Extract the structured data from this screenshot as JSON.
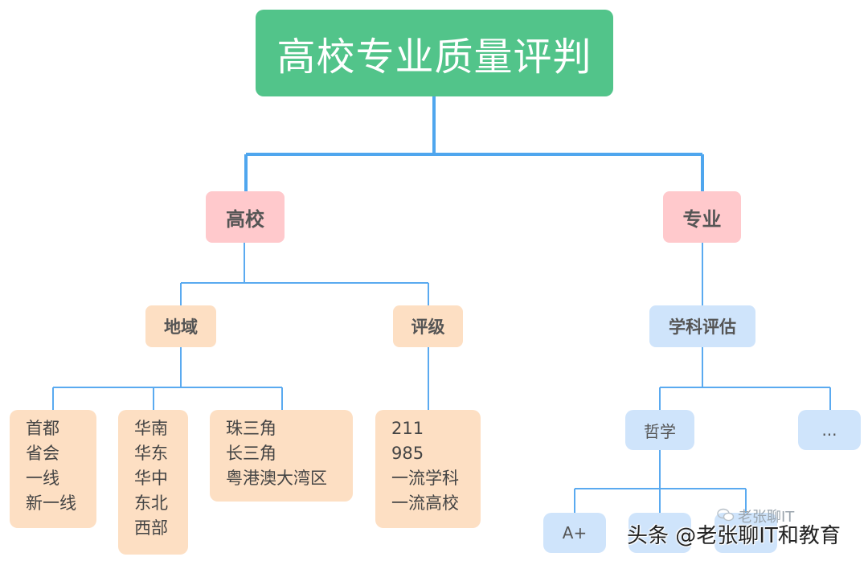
{
  "root": {
    "title": "高校专业质量评判"
  },
  "branches": {
    "school": {
      "label": "高校",
      "region": {
        "label": "地域",
        "groups": [
          [
            "首都",
            "省会",
            "一线",
            "新一线"
          ],
          [
            "华南",
            "华东",
            "华中",
            "东北",
            "西部"
          ],
          [
            "珠三角",
            "长三角",
            "粤港澳大湾区"
          ]
        ]
      },
      "rating": {
        "label": "评级",
        "items": [
          "211",
          "985",
          "一流学科",
          "一流高校"
        ]
      }
    },
    "major": {
      "label": "专业",
      "evaluation": {
        "label": "学科评估",
        "philosophy": {
          "label": "哲学",
          "grades": [
            "A+",
            "",
            ""
          ]
        },
        "more": "..."
      }
    }
  },
  "watermark": {
    "text": "头条 @老张聊IT和教育",
    "sub": "老张聊IT"
  },
  "colors": {
    "root": "#52c48a",
    "level1": "#ffc9cc",
    "level2_school": "#fddfc3",
    "level2_major": "#cfe4fb",
    "connector": "#5aaaf0"
  }
}
